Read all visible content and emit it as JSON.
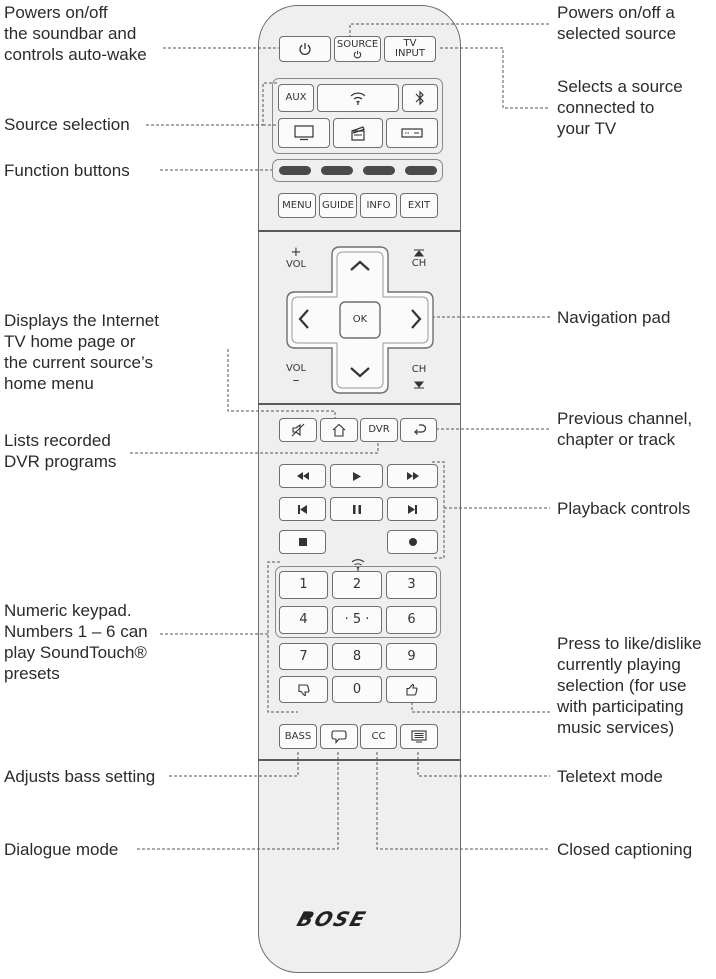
{
  "labels": {
    "power_soundbar": "Powers on/off\nthe soundbar and\ncontrols auto-wake",
    "power_source": "Powers on/off a\nselected source",
    "selects_source": "Selects a source\nconnected to\nyour TV",
    "source_selection": "Source selection",
    "function_buttons": "Function buttons",
    "navigation_pad": "Navigation pad",
    "internet_home": "Displays the Internet\nTV home page or\nthe current source’s\nhome menu",
    "previous_channel": "Previous channel,\nchapter or track",
    "lists_recorded": "Lists recorded\nDVR programs",
    "playback_controls": "Playback controls",
    "numeric_keypad": "Numeric keypad.\nNumbers 1 – 6 can\nplay SoundTouch®\npresets",
    "like_dislike": "Press to like/dislike\ncurrently playing\nselection (for use\nwith participating\nmusic services)",
    "adjusts_bass": "Adjusts bass setting",
    "teletext": "Teletext mode",
    "dialogue": "Dialogue mode",
    "closed_captioning": "Closed captioning"
  },
  "remote": {
    "top_row": {
      "source_line1": "SOURCE",
      "tv_line1": "TV",
      "tv_line2": "INPUT"
    },
    "source_row1": {
      "aux": "AUX"
    },
    "menu_row": {
      "menu": "MENU",
      "guide": "GUIDE",
      "info": "INFO",
      "exit": "EXIT"
    },
    "pad": {
      "vol_plus": "+",
      "vol": "VOL",
      "vol_minus": "–",
      "ch": "CH",
      "ok": "OK"
    },
    "dvr_row": {
      "dvr": "DVR"
    },
    "keypad": {
      "k1": "1",
      "k2": "2",
      "k3": "3",
      "k4": "4",
      "k5": "· 5 ·",
      "k6": "6",
      "k7": "7",
      "k8": "8",
      "k9": "9",
      "k0": "0"
    },
    "bottom_row": {
      "bass": "BASS",
      "cc": "CC"
    },
    "logo": "BOSE"
  },
  "icons": {
    "power": "power-icon",
    "wifi": "soundtouch-wifi-icon",
    "bluetooth": "bluetooth-icon",
    "tv": "tv-icon",
    "clapper": "clapperboard-icon",
    "settop": "set-top-box-icon",
    "mute": "mute-icon",
    "home": "home-icon",
    "back": "back-arrow-icon",
    "rewind": "rewind-icon",
    "play": "play-icon",
    "ffwd": "fast-forward-icon",
    "prev": "previous-track-icon",
    "pause": "pause-icon",
    "next": "next-track-icon",
    "stop": "stop-icon",
    "record": "record-icon",
    "thumbs_down": "thumbs-down-icon",
    "thumbs_up": "thumbs-up-icon",
    "dialogue": "speech-bubble-icon",
    "teletext": "teletext-icon"
  },
  "colors": {
    "remote_body": "#efefef",
    "outline": "#6f6f6f",
    "pill": "#4a4a4a",
    "text": "#2b2b2b"
  }
}
